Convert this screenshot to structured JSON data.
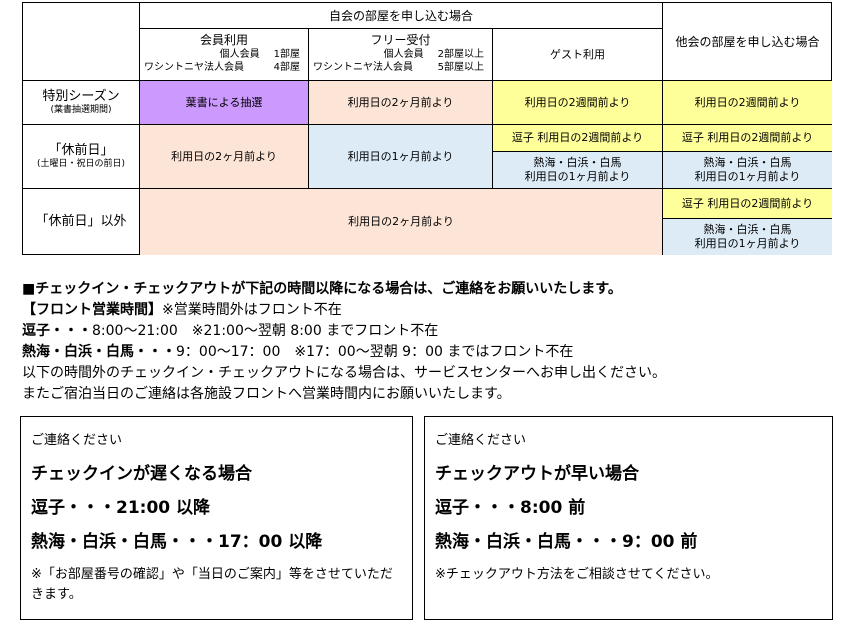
{
  "table": {
    "header_own": "自会の部屋を申し込む場合",
    "header_other": "他会の部屋を申し込む場合",
    "col_member": {
      "title": "会員利用",
      "line1_a": "個人会員",
      "line1_b": "1部屋",
      "line2_a": "ワシントニヤ法人会員",
      "line2_b": "4部屋"
    },
    "col_free": {
      "title": "フリー受付",
      "line1_a": "個人会員",
      "line1_b": "2部屋以上",
      "line2_a": "ワシントニヤ法人会員",
      "line2_b": "5部屋以上"
    },
    "col_guest": "ゲスト利用",
    "rows": {
      "special": {
        "label": "特別シーズン",
        "sublabel": "(葉書抽選期間)",
        "member": "葉書による抽選",
        "free": "利用日の2ヶ月前より",
        "guest": "利用日の2週間前より",
        "other": "利用日の2週間前より"
      },
      "holiday_eve": {
        "label": "「休前日」",
        "sublabel": "(土曜日・祝日の前日)",
        "member": "利用日の2ヶ月前より",
        "free": "利用日の1ヶ月前より",
        "guest_top": "逗子 利用日の2週間前より",
        "guest_bottom_1": "熱海・白浜・白馬",
        "guest_bottom_2": "利用日の1ヶ月前より",
        "other_top": "逗子 利用日の2週間前より",
        "other_bottom_1": "熱海・白浜・白馬",
        "other_bottom_2": "利用日の1ヶ月前より"
      },
      "other_days": {
        "label": "「休前日」以外",
        "merged": "利用日の2ヶ月前より",
        "other_top": "逗子 利用日の2週間前より",
        "other_bottom_1": "熱海・白浜・白馬",
        "other_bottom_2": "利用日の1ヶ月前より"
      }
    }
  },
  "notice": {
    "line1": "■チェックイン・チェックアウトが下記の時間以降になる場合は、ご連絡をお願いいたします。",
    "line2_bold": "【フロント営業時間】",
    "line2_rest": "※営業時間外はフロント不在",
    "line3_bold": "逗子・・・",
    "line3_rest": "8:00～21:00　※21:00～翌朝 8:00 までフロント不在",
    "line4_bold": "熱海・白浜・白馬・・・",
    "line4_rest": "9：00～17：00　※17：00～翌朝 9：00 まではフロント不在",
    "line5": "以下の時間外のチェックイン・チェックアウトになる場合は、サービスセンターへお申し出ください。",
    "line6": "またご宿泊当日のご連絡は各施設フロントへ営業時間内にお願いいたします。"
  },
  "box_checkin": {
    "lead": "ご連絡ください",
    "title": "チェックインが遅くなる場合",
    "zushi": "逗子・・・21:00 以降",
    "others": "熱海・白浜・白馬・・・17：00 以降",
    "note": "※「お部屋番号の確認」や「当日のご案内」等をさせていただきます。"
  },
  "box_checkout": {
    "lead": "ご連絡ください",
    "title": "チェックアウトが早い場合",
    "zushi": "逗子・・・8:00 前",
    "others": "熱海・白浜・白馬・・・9：00 前",
    "note": "※チェックアウト方法をご相談させてください。"
  },
  "colors": {
    "purple": "#cc99ff",
    "peach": "#fce4d6",
    "blue": "#ddebf7",
    "yellow": "#ffff99"
  }
}
